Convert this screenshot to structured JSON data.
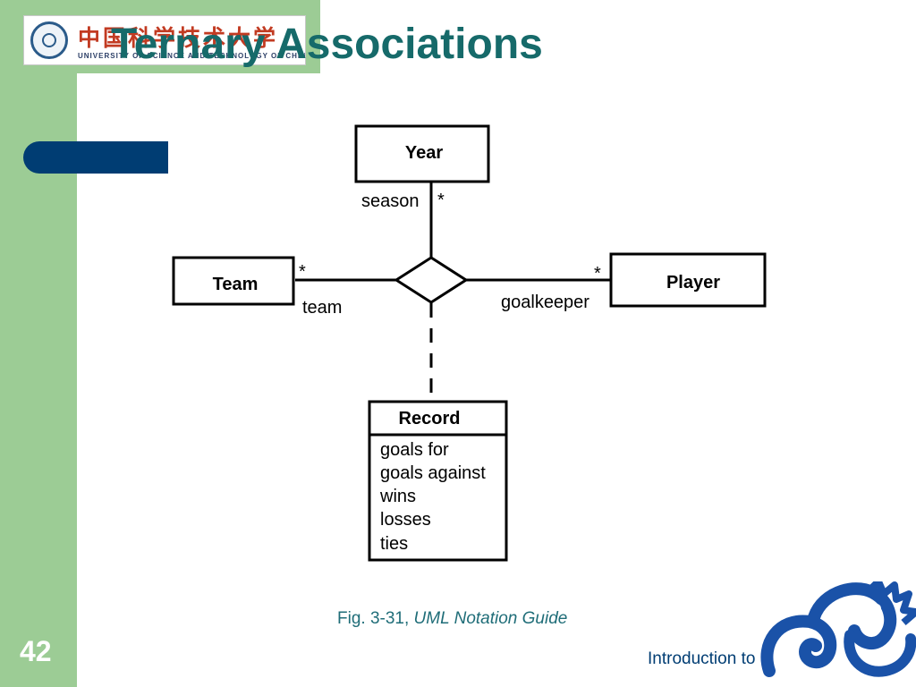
{
  "slide": {
    "title": "Ternary Associations",
    "page_number": "42",
    "footer_text": "Introduction to U",
    "caption_prefix": "Fig. 3-31, ",
    "caption_source": "UML Notation Guide"
  },
  "logo": {
    "chinese_name": "中国科学技术大学",
    "english_name": "UNIVERSITY OF SCIENCE AND TECHNOLOGY OF CHINA"
  },
  "diagram": {
    "classes": {
      "year": "Year",
      "team": "Team",
      "player": "Player",
      "record": "Record"
    },
    "roles": {
      "season": "season",
      "team": "team",
      "goalkeeper": "goalkeeper"
    },
    "multiplicities": {
      "year": "*",
      "team": "*",
      "player": "*"
    },
    "record_attributes": [
      "goals for",
      "goals against",
      "wins",
      "losses",
      "ties"
    ]
  },
  "colors": {
    "sidebar_green": "#9ccc95",
    "title_teal": "#166a6a",
    "accent_navy": "#003d73",
    "caption_teal": "#1f6d78"
  }
}
